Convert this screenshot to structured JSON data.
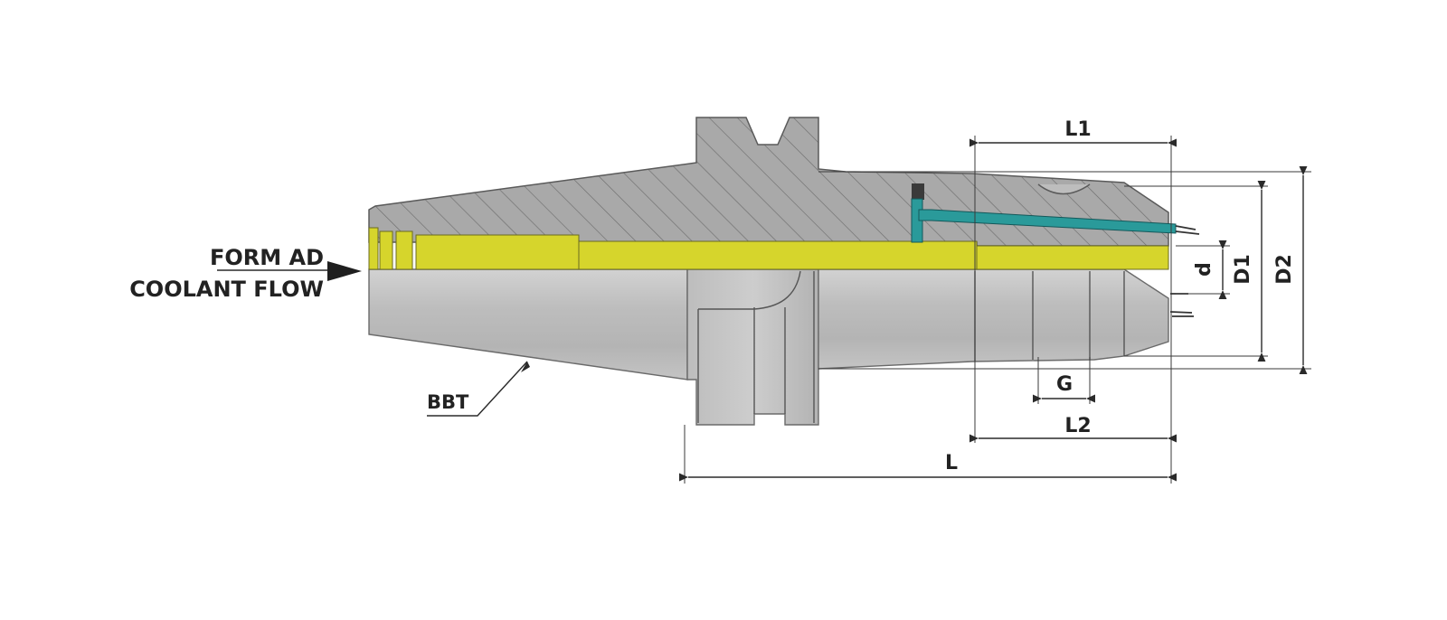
{
  "labels": {
    "coolant_line1": "FORM AD",
    "coolant_line2": "COOLANT FLOW",
    "bbt": "BBT",
    "l1": "L1",
    "l2": "L2",
    "l": "L",
    "g": "G",
    "d": "d",
    "d1": "D1",
    "d2": "D2"
  },
  "colors": {
    "coolant_channel": "#d6d52c",
    "coolant_pipe": "#2a9a9a",
    "body_section": "#a7a7a7",
    "body_silver": "#bcbcbc",
    "hatch": "#6e6e6e",
    "outline": "#555555"
  }
}
